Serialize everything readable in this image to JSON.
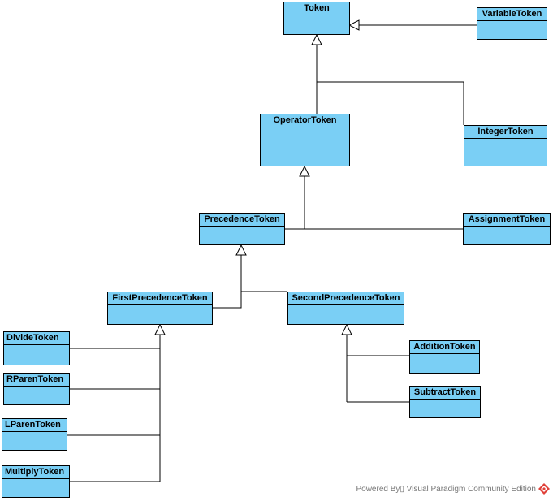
{
  "classes": {
    "token": "Token",
    "variable_token": "VariableToken",
    "operator_token": "OperatorToken",
    "integer_token": "IntegerToken",
    "precedence_token": "PrecedenceToken",
    "assignment_token": "AssignmentToken",
    "first_precedence_token": "FirstPrecedenceToken",
    "second_precedence_token": "SecondPrecedenceToken",
    "divide_token": "DivideToken",
    "rparen_token": "RParenToken",
    "lparen_token": "LParenToken",
    "multiply_token": "MultiplyToken",
    "addition_token": "AdditionToken",
    "subtract_token": "SubtractToken"
  },
  "inheritance": [
    {
      "child": "VariableToken",
      "parent": "Token"
    },
    {
      "child": "OperatorToken",
      "parent": "Token"
    },
    {
      "child": "IntegerToken",
      "parent": "Token"
    },
    {
      "child": "PrecedenceToken",
      "parent": "OperatorToken"
    },
    {
      "child": "AssignmentToken",
      "parent": "OperatorToken"
    },
    {
      "child": "FirstPrecedenceToken",
      "parent": "PrecedenceToken"
    },
    {
      "child": "SecondPrecedenceToken",
      "parent": "PrecedenceToken"
    },
    {
      "child": "DivideToken",
      "parent": "FirstPrecedenceToken"
    },
    {
      "child": "RParenToken",
      "parent": "FirstPrecedenceToken"
    },
    {
      "child": "LParenToken",
      "parent": "FirstPrecedenceToken"
    },
    {
      "child": "MultiplyToken",
      "parent": "FirstPrecedenceToken"
    },
    {
      "child": "AdditionToken",
      "parent": "SecondPrecedenceToken"
    },
    {
      "child": "SubtractToken",
      "parent": "SecondPrecedenceToken"
    }
  ],
  "colors": {
    "class_fill": "#7acff5",
    "line": "#000000",
    "watermark_text": "#777777",
    "logo": "#e0413a"
  },
  "watermark": {
    "text": "Powered By▯ Visual Paradigm Community Edition",
    "logo_icon": "visual-paradigm-logo-icon"
  }
}
